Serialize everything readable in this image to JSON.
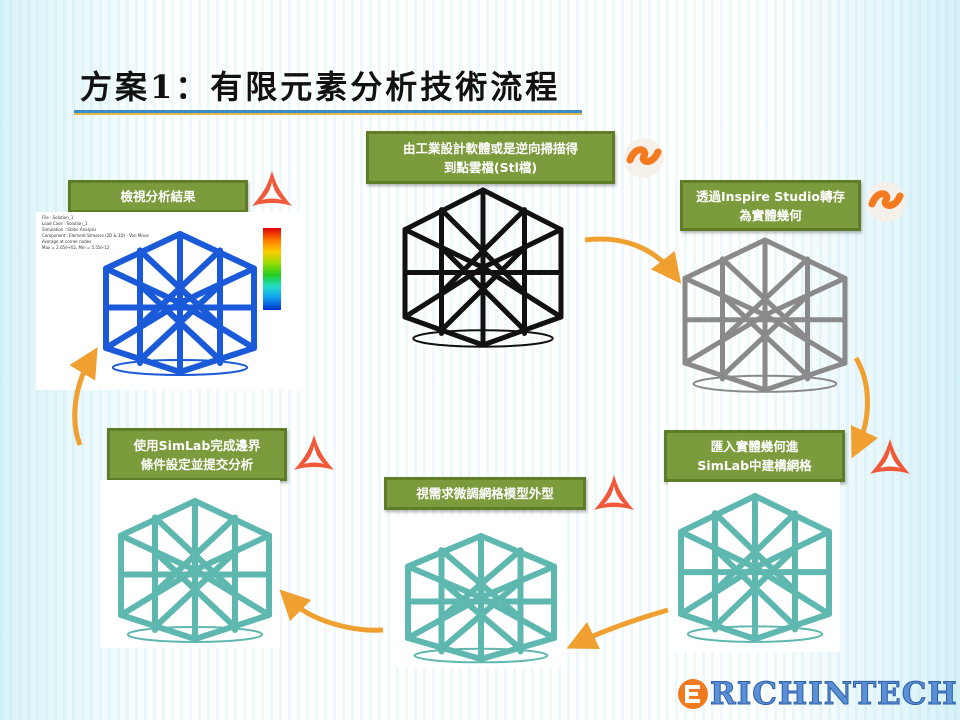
{
  "title": "方案1：有限元素分析技術流程",
  "steps": [
    {
      "line1": "由工業設計軟體或是逆向掃描得",
      "line2": "到點雲檔(Stl檔)",
      "icon": "inspire-studio-icon"
    },
    {
      "line1": "透過Inspire Studio轉存",
      "line2": "為實體幾何",
      "icon": "inspire-studio-icon"
    },
    {
      "line1": "匯入實體幾何進",
      "line2": "SimLab中建構網格",
      "icon": "simlab-icon"
    },
    {
      "line1": "視需求微調網格模型外型",
      "icon": "simlab-icon"
    },
    {
      "line1": "使用SimLab完成邊界",
      "line2": "條件設定並提交分析",
      "icon": "simlab-icon"
    },
    {
      "line1": "檢視分析結果",
      "icon": "simlab-icon"
    }
  ],
  "result_info": [
    "File : Solution_1",
    "Load Case : Solution_1",
    "Simulation : Static Analysis",
    "Component : Element Stresses (2D & 3D) - Von Mises",
    "Average at corner nodes",
    "Max = 2.05e+02, Min = 5.55e-12"
  ],
  "colors": {
    "box": "#7c9b3c",
    "arrow": "#f0a030",
    "teal": "#5fb8b0",
    "brand": "#5b8fd6"
  },
  "logo": {
    "text": "RICHINTECH"
  }
}
